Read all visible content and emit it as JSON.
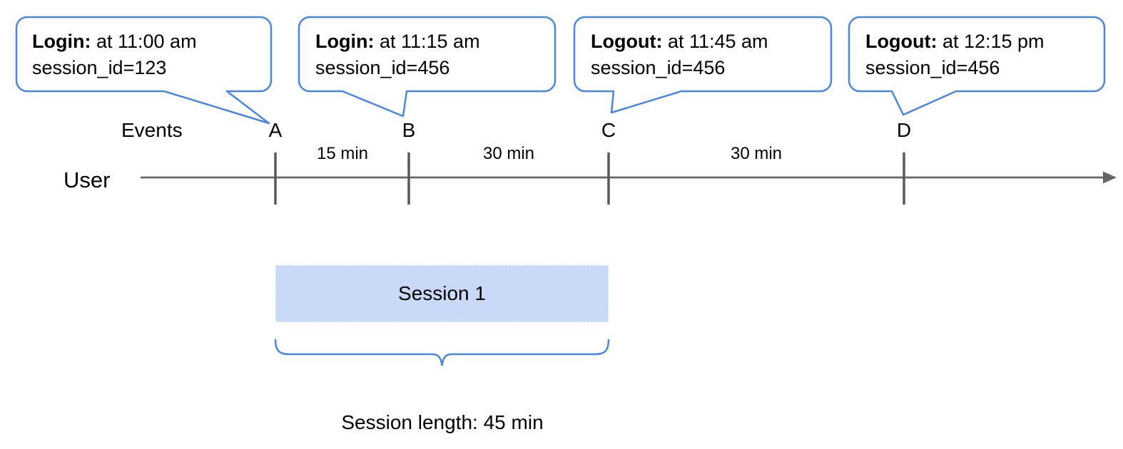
{
  "colors": {
    "accent-blue": "#4a86e8",
    "session-fill": "#c9daf8",
    "timeline-gray": "#666666",
    "tick-gray": "#595959"
  },
  "bubbles": [
    {
      "title": "Login:",
      "detail": " at 11:00 am",
      "session": "session_id=123"
    },
    {
      "title": "Login:",
      "detail": " at 11:15 am",
      "session": "session_id=456"
    },
    {
      "title": "Logout:",
      "detail": " at 11:45 am",
      "session": "session_id=456"
    },
    {
      "title": "Logout:",
      "detail": " at 12:15 pm",
      "session": "session_id=456"
    }
  ],
  "timeline": {
    "axis_label": "User",
    "events_label": "Events",
    "markers": [
      "A",
      "B",
      "C",
      "D"
    ],
    "intervals": [
      "15 min",
      "30 min",
      "30 min"
    ]
  },
  "session": {
    "box_label": "Session 1",
    "length_label": "Session length: 45 min"
  }
}
